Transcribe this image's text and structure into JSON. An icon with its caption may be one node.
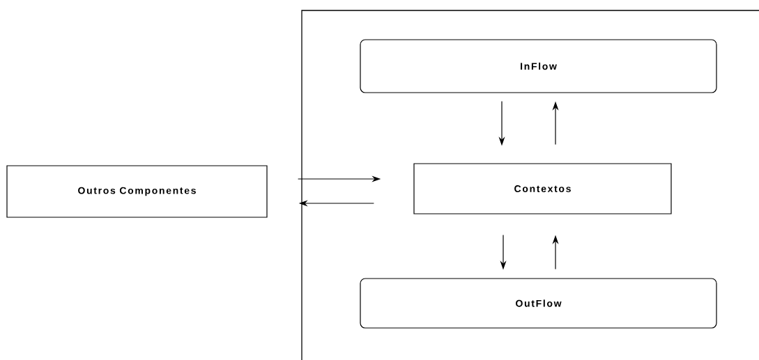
{
  "diagram": {
    "nodes": [
      {
        "text": [],
        "shape": "box"
      },
      {
        "text": [
          "InFlow"
        ],
        "in": 0
      },
      {
        "text": [
          "Contextos"
        ],
        "in": 0
      },
      {
        "text": [
          "OutFlow"
        ],
        "in": 0
      },
      {
        "text": [
          "Outros Componentes"
        ]
      }
    ],
    "edges": [
      {
        "from": 4,
        "to": 2,
        "arrow": "to"
      },
      {
        "from": 2,
        "to": 4,
        "arrow": "to"
      },
      {
        "from": 1,
        "to": 2,
        "arrow": "to"
      },
      {
        "from": 2,
        "to": 1,
        "arrow": "to"
      },
      {
        "from": 2,
        "to": 3,
        "arrow": "to"
      },
      {
        "from": 3,
        "to": 2,
        "arrow": "to"
      }
    ]
  }
}
